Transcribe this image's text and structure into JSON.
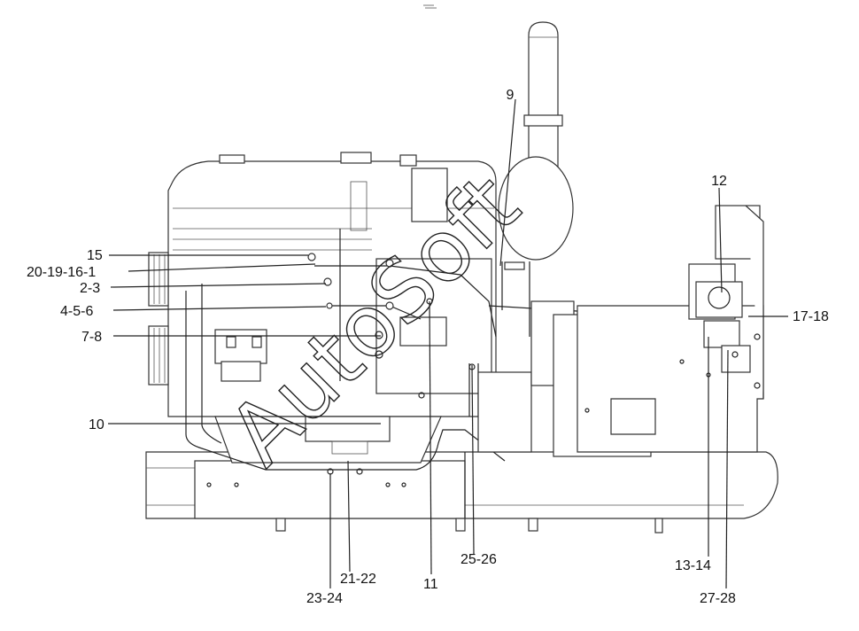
{
  "callouts": {
    "c9": "9",
    "c12": "12",
    "c15": "15",
    "c20_19_16_1": "20-19-16-1",
    "c2_3": "2-3",
    "c4_5_6": "4-5-6",
    "c7_8": "7-8",
    "c17_18": "17-18",
    "c10": "10",
    "c25_26": "25-26",
    "c13_14": "13-14",
    "c21_22": "21-22",
    "c11": "11",
    "c23_24": "23-24",
    "c27_28": "27-28"
  },
  "watermark": {
    "text": "AutoSoft"
  },
  "colors": {
    "line": "#222222",
    "background": "#ffffff"
  }
}
